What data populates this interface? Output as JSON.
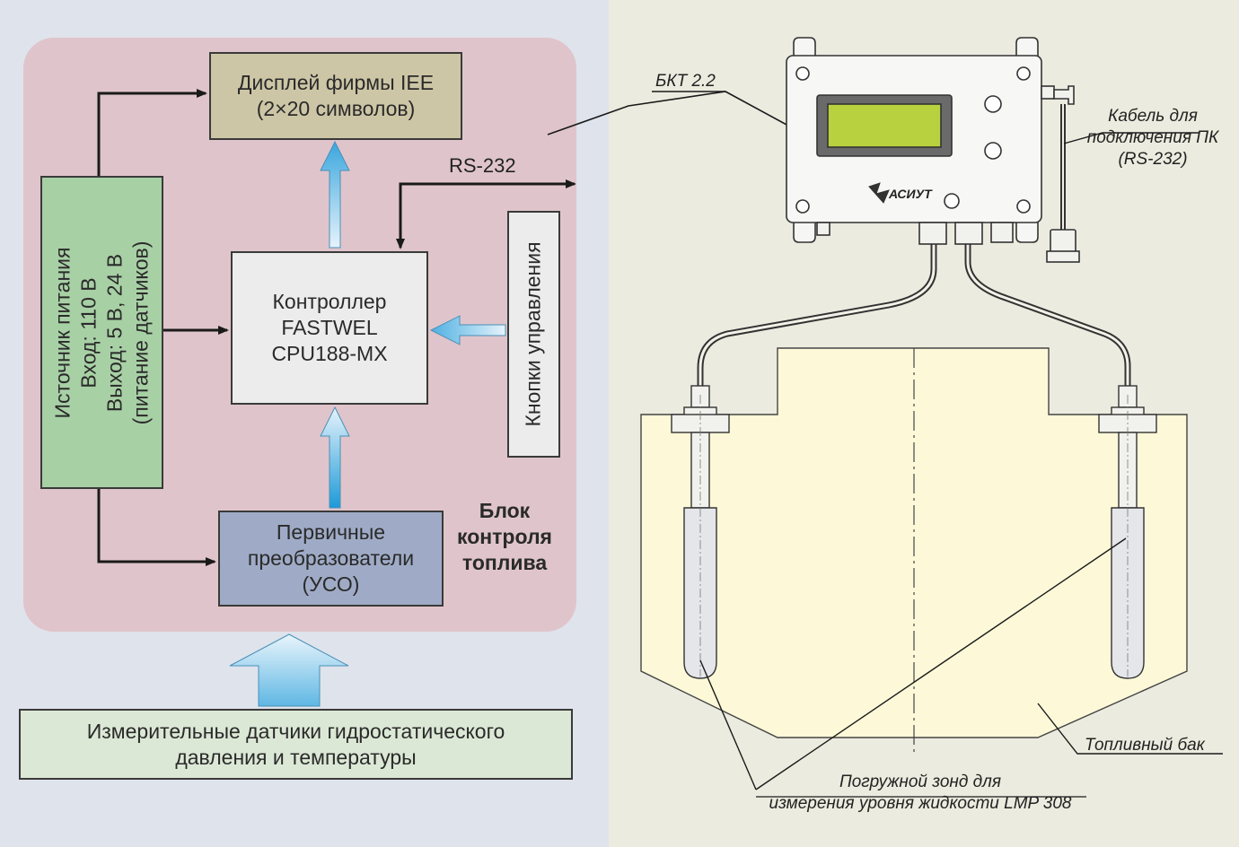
{
  "diagram": {
    "display": {
      "line1": "Дисплей фирмы IEE",
      "line2": "(2×20 символов)"
    },
    "controller": {
      "line1": "Контроллер",
      "line2": "FASTWEL",
      "line3": "CPU188-MX"
    },
    "power": {
      "line1": "Источник питания",
      "line2": "Вход: 110 В",
      "line3": "Выход: 5 В, 24 В",
      "line4": "(питание датчиков)"
    },
    "buttons": {
      "label": "Кнопки управления"
    },
    "uso": {
      "line1": "Первичные",
      "line2": "преобразователи",
      "line3": "(УСО)"
    },
    "fuel_block": {
      "line1": "Блок",
      "line2": "контроля",
      "line3": "топлива"
    },
    "rs232": "RS-232",
    "sensors": {
      "line1": "Измерительные датчики гидростатического",
      "line2": "давления и температуры"
    }
  },
  "drawing": {
    "bkt": "БКТ 2.2",
    "cable": {
      "line1": "Кабель для",
      "line2": "подключения ПК",
      "line3": "(RS-232)"
    },
    "tank": "Топливный бак",
    "probe": {
      "line1": "Погружной зонд для",
      "line2": "измерения уровня жидкости LMP 308"
    },
    "logo": "АСИУТ"
  },
  "colors": {
    "left_bg": "#dfe3ec",
    "right_bg": "#ecebdf",
    "fuel_block": "#dfc5cb",
    "display_box": "#cdc6a6",
    "uso_box": "#9fabc6",
    "power_box": "#a8d0a5",
    "sensors_box": "#dce8d6",
    "lcd": "#b7d23e",
    "tank": "#fdf9d8",
    "arrow_blue": "#6fb8e0"
  }
}
